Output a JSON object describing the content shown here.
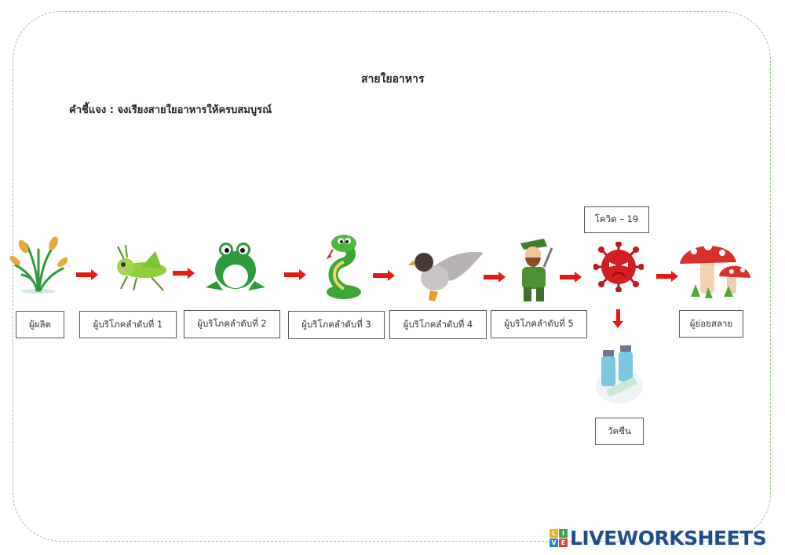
{
  "worksheet": {
    "title": "สายใยอาหาร",
    "instruction": "คำชี้แจง : จงเรียงสายใยอาหารให้ครบสมบูรณ์"
  },
  "chain": [
    {
      "image": "rice-plant",
      "label": "ผู้ผลิต"
    },
    {
      "image": "grasshopper",
      "label": "ผู้บริโภคลำดับที่ 1"
    },
    {
      "image": "frog",
      "label": "ผู้บริโภคลำดับที่ 2"
    },
    {
      "image": "snake",
      "label": "ผู้บริโภคลำดับที่ 3"
    },
    {
      "image": "eagle",
      "label": "ผู้บริโภคลำดับที่ 4"
    },
    {
      "image": "hunter",
      "label": "ผู้บริโภคลำดับที่ 5"
    },
    {
      "image": "covid-virus",
      "label": "โควิด – 19"
    },
    {
      "image": "mushroom",
      "label": "ผู้ย่อยสลาย"
    }
  ],
  "branch": {
    "image": "vaccine-vials",
    "label": "วัคซีน"
  },
  "colors": {
    "arrow": "#e31b14",
    "frame": "#9dc48e",
    "logo": "#1f4d8c"
  },
  "footer": {
    "logo_tiles": [
      "L",
      "I",
      "V",
      "E"
    ],
    "logo_text": "LIVEWORKSHEETS"
  }
}
